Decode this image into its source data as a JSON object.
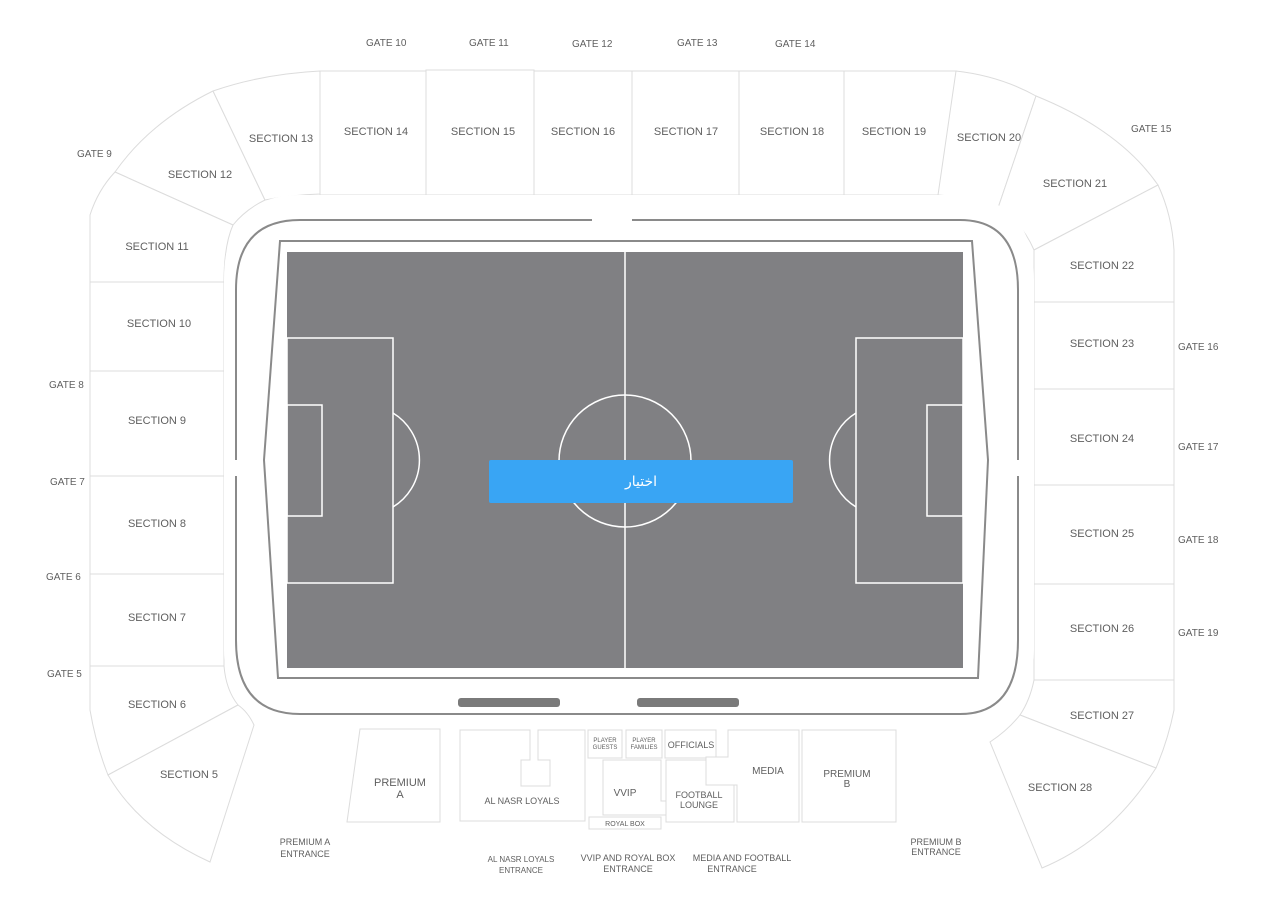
{
  "gates": {
    "g5": "GATE 5",
    "g6": "GATE 6",
    "g7": "GATE 7",
    "g8": "GATE 8",
    "g9": "GATE 9",
    "g10": "GATE 10",
    "g11": "GATE 11",
    "g12": "GATE 12",
    "g13": "GATE 13",
    "g14": "GATE 14",
    "g15": "GATE 15",
    "g16": "GATE 16",
    "g17": "GATE 17",
    "g18": "GATE 18",
    "g19": "GATE 19"
  },
  "sections": {
    "s5": "SECTION 5",
    "s6": "SECTION 6",
    "s7": "SECTION 7",
    "s8": "SECTION 8",
    "s9": "SECTION 9",
    "s10": "SECTION 10",
    "s11": "SECTION 11",
    "s12": "SECTION 12",
    "s13": "SECTION 13",
    "s14": "SECTION 14",
    "s15": "SECTION 15",
    "s16": "SECTION 16",
    "s17": "SECTION 17",
    "s18": "SECTION 18",
    "s19": "SECTION 19",
    "s20": "SECTION 20",
    "s21": "SECTION 21",
    "s22": "SECTION 22",
    "s23": "SECTION 23",
    "s24": "SECTION 24",
    "s25": "SECTION 25",
    "s26": "SECTION 26",
    "s27": "SECTION 27",
    "s28": "SECTION 28"
  },
  "areas": {
    "premium_a_1": "PREMIUM",
    "premium_a_2": "A",
    "premium_b_1": "PREMIUM",
    "premium_b_2": "B",
    "al_nasr_loyals": "AL NASR LOYALS",
    "player_guests_1": "PLAYER",
    "player_guests_2": "GUESTS",
    "player_families_1": "PLAYER",
    "player_families_2": "FAMILIES",
    "officials": "OFFICIALS",
    "vvip": "VVIP",
    "royal_box": "ROYAL BOX",
    "football_lounge_1": "FOOTBALL",
    "football_lounge_2": "LOUNGE",
    "media": "MEDIA"
  },
  "entrances": {
    "premium_a_1": "PREMIUM A",
    "premium_a_2": "ENTRANCE",
    "al_nasr_1": "AL NASR LOYALS",
    "al_nasr_2": "ENTRANCE",
    "vvip_1": "VVIP AND ROYAL BOX",
    "vvip_2": "ENTRANCE",
    "media_1": "MEDIA AND FOOTBALL",
    "media_2": "ENTRANCE",
    "premium_b_1": "PREMIUM B",
    "premium_b_2": "ENTRANCE"
  },
  "select_button": "اختيار",
  "colors": {
    "pitch": "#808083",
    "button": "#39a5f4",
    "block_border": "#dcdcdc",
    "label": "#5f5f5f"
  }
}
